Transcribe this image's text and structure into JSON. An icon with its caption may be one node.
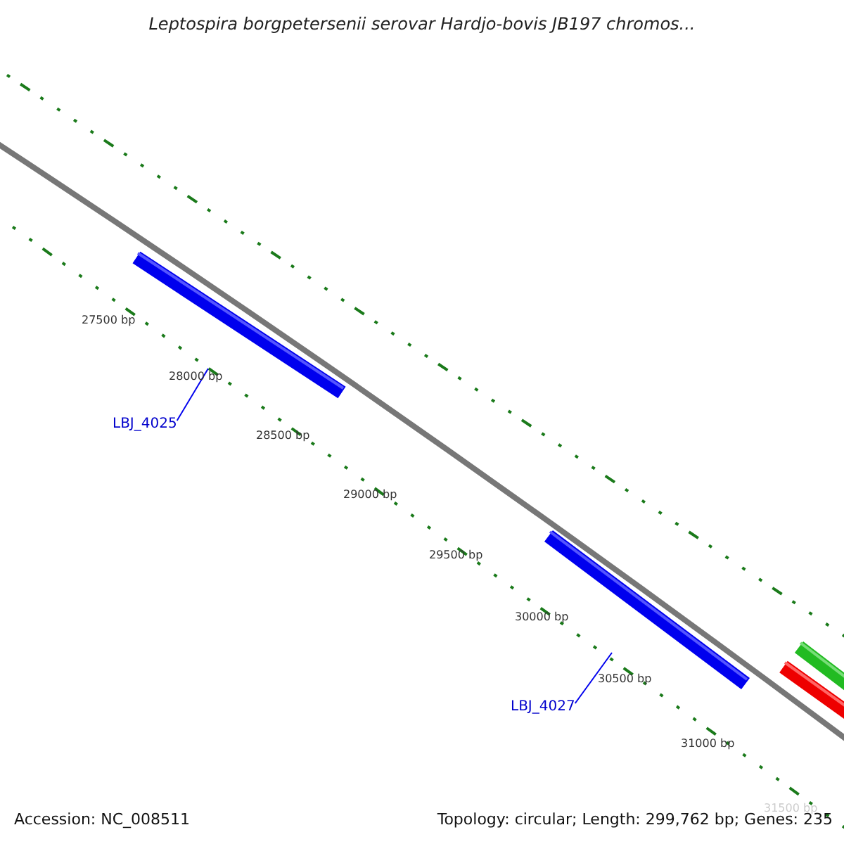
{
  "diagram": {
    "title": "Leptospira borgpetersenii serovar Hardjo-bovis JB197 chromos...",
    "nodes": [
      {
        "text": [
          "LBJ_4025"
        ]
      },
      {
        "text": [],
        "shape": "bar"
      },
      {
        "text": [
          "LBJ_4027"
        ]
      },
      {
        "text": [],
        "shape": "bar"
      },
      {
        "text": [],
        "shape": "bar"
      },
      {
        "text": [],
        "shape": "bar"
      }
    ],
    "edges": [
      {
        "from": 0,
        "to": 1,
        "arrow": "none"
      },
      {
        "from": 2,
        "to": 3,
        "arrow": "none"
      }
    ],
    "labels": [
      "27500 bp",
      "28000 bp",
      "28500 bp",
      "29000 bp",
      "29500 bp",
      "30000 bp",
      "30500 bp",
      "31000 bp",
      "31500 bp",
      "Accession: NC_008511",
      "Topology: circular; Length: 299,762 bp; Genes: 235"
    ]
  }
}
